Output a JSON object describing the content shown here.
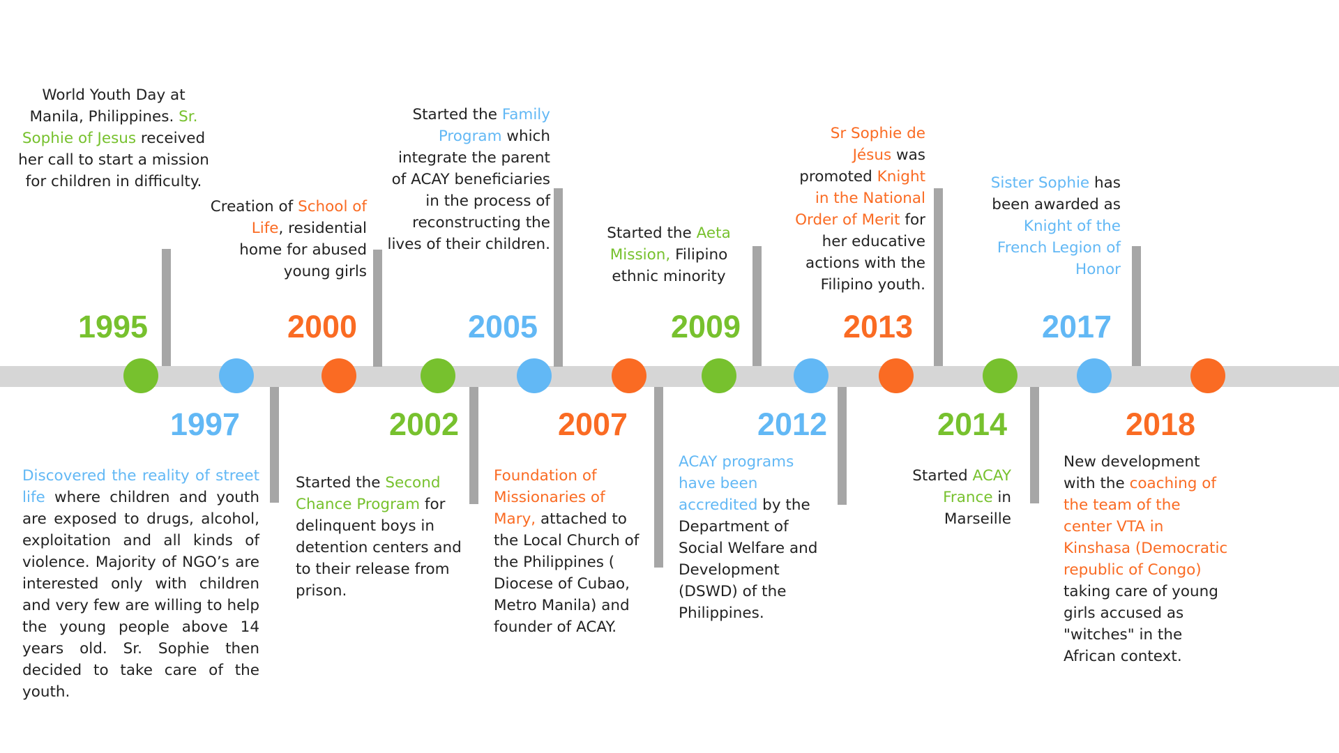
{
  "colors": {
    "green": "#77c12e",
    "blue": "#62b8f5",
    "orange": "#fa6b23",
    "axis": "#d6d6d6",
    "connector": "#a6a6a6",
    "text": "#222222"
  },
  "events": [
    {
      "year": "1995",
      "color": "green",
      "segments": [
        {
          "t": "World Youth Day at Manila, Philippines. "
        },
        {
          "t": "Sr. Sophie of Jesus",
          "c": "green"
        },
        {
          "t": " received her call to start a mission for children in difficulty."
        }
      ]
    },
    {
      "year": "1997",
      "color": "blue",
      "segments": [
        {
          "t": "Discovered the reality of street life",
          "c": "blue"
        },
        {
          "t": " where children and youth are exposed to drugs, alcohol, exploitation and all kinds of violence. Majority of NGO’s are interested only with children and very few are willing to help the young people above 14 years old. Sr. Sophie then decided to take care of the youth."
        }
      ]
    },
    {
      "year": "2000",
      "color": "orange",
      "segments": [
        {
          "t": "Creation of "
        },
        {
          "t": "School of Life",
          "c": "orange"
        },
        {
          "t": ", residential home for abused young girls"
        }
      ]
    },
    {
      "year": "2002",
      "color": "green",
      "segments": [
        {
          "t": "Started the "
        },
        {
          "t": "Second Chance Program",
          "c": "green"
        },
        {
          "t": " for delinquent boys in detention centers and to their release from prison."
        }
      ]
    },
    {
      "year": "2005",
      "color": "blue",
      "segments": [
        {
          "t": "Started the "
        },
        {
          "t": "Family Program",
          "c": "blue"
        },
        {
          "t": " which integrate the parent of ACAY beneficiaries in the process of reconstructing the lives of their children."
        }
      ]
    },
    {
      "year": "2007",
      "color": "orange",
      "segments": [
        {
          "t": "Foundation of Missionaries of Mary,",
          "c": "orange"
        },
        {
          "t": " attached to the Local Church of the Philippines ( Diocese of Cubao, Metro Manila) and founder of ACAY."
        }
      ]
    },
    {
      "year": "2009",
      "color": "green",
      "segments": [
        {
          "t": "Started the "
        },
        {
          "t": "Aeta Mission,",
          "c": "green"
        },
        {
          "t": " Filipino ethnic minority"
        }
      ]
    },
    {
      "year": "2012",
      "color": "blue",
      "segments": [
        {
          "t": "ACAY programs have been accredited",
          "c": "blue"
        },
        {
          "t": " by the Department of Social Welfare and Development (DSWD) of the Philippines."
        }
      ]
    },
    {
      "year": "2013",
      "color": "orange",
      "segments": [
        {
          "t": "Sr Sophie de Jésus",
          "c": "orange"
        },
        {
          "t": " was promoted "
        },
        {
          "t": "Knight in the National Order of Merit",
          "c": "orange"
        },
        {
          "t": " for her educative actions with the Filipino youth."
        }
      ]
    },
    {
      "year": "2014",
      "color": "green",
      "segments": [
        {
          "t": "Started "
        },
        {
          "t": "ACAY France",
          "c": "green"
        },
        {
          "t": " in Marseille"
        }
      ]
    },
    {
      "year": "2017",
      "color": "blue",
      "segments": [
        {
          "t": "Sister Sophie",
          "c": "blue"
        },
        {
          "t": " has been awarded as "
        },
        {
          "t": "Knight of the French Legion of Honor",
          "c": "blue"
        }
      ]
    },
    {
      "year": "2018",
      "color": "orange",
      "segments": [
        {
          "t": "New development with the "
        },
        {
          "t": "coaching of the team of the center VTA in Kinshasa (Democratic republic of Congo)",
          "c": "orange"
        },
        {
          "t": " taking care of young girls accused as \"witches\" in the African context."
        }
      ]
    }
  ]
}
